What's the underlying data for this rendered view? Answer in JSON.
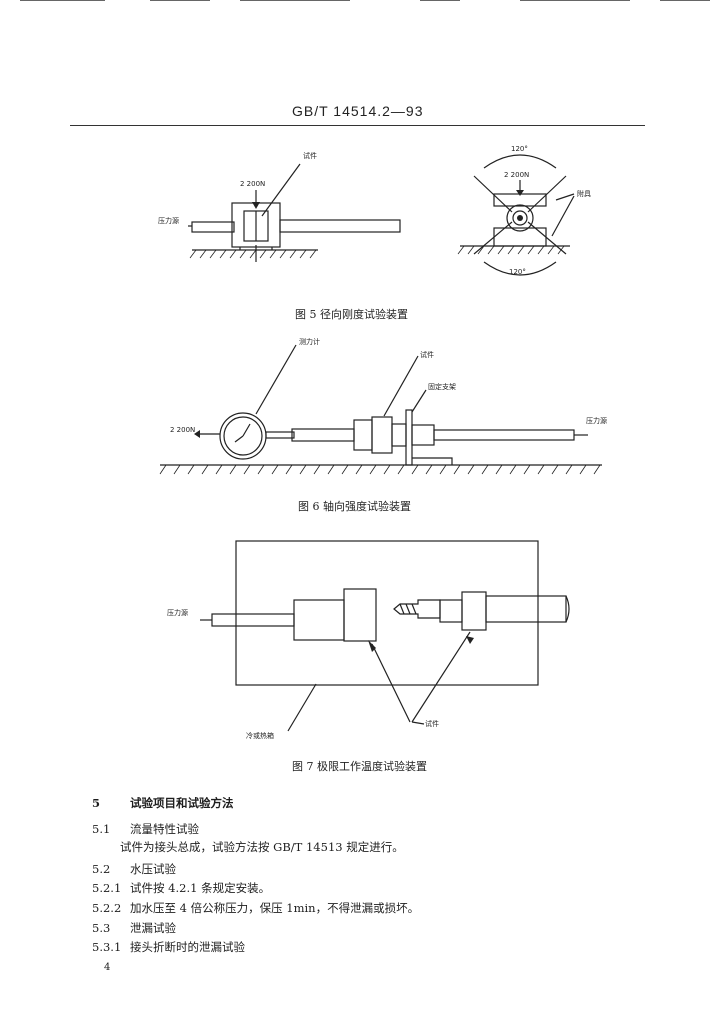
{
  "header": {
    "standard_code": "GB/T 14514.2—93"
  },
  "figure5": {
    "caption": "图 5   径向刚度试验装置",
    "labels": {
      "specimen": "试件",
      "load": "2 200N",
      "pressure_source": "压力源",
      "angle_top": "120°",
      "load_right": "2 200N",
      "fixture": "附具",
      "angle_bottom": "120°"
    }
  },
  "figure6": {
    "caption": "图 6   轴向强度试验装置",
    "labels": {
      "dynamometer": "测力计",
      "specimen": "试件",
      "fixed_support": "固定支架",
      "load": "2 200N",
      "pressure_source": "压力源"
    }
  },
  "figure7": {
    "caption": "图 7   极限工作温度试验装置",
    "labels": {
      "pressure_source": "压力源",
      "chamber": "冷或热箱",
      "specimen": "试件"
    }
  },
  "sections": [
    {
      "num": "5",
      "title": "试验项目和试验方法",
      "bold": true
    },
    {
      "num": "5.1",
      "title": "流量特性试验"
    },
    {
      "num": "",
      "title": "试件为接头总成，试验方法按 GB/T 14513 规定进行。",
      "indent": true
    },
    {
      "num": "5.2",
      "title": "水压试验"
    },
    {
      "num": "5.2.1",
      "title": "试件按 4.2.1 条规定安装。"
    },
    {
      "num": "5.2.2",
      "title": "加水压至 4 倍公称压力，保压 1min，不得泄漏或损坏。"
    },
    {
      "num": "5.3",
      "title": "泄漏试验"
    },
    {
      "num": "5.3.1",
      "title": "接头折断时的泄漏试验"
    }
  ],
  "page_number": "4"
}
